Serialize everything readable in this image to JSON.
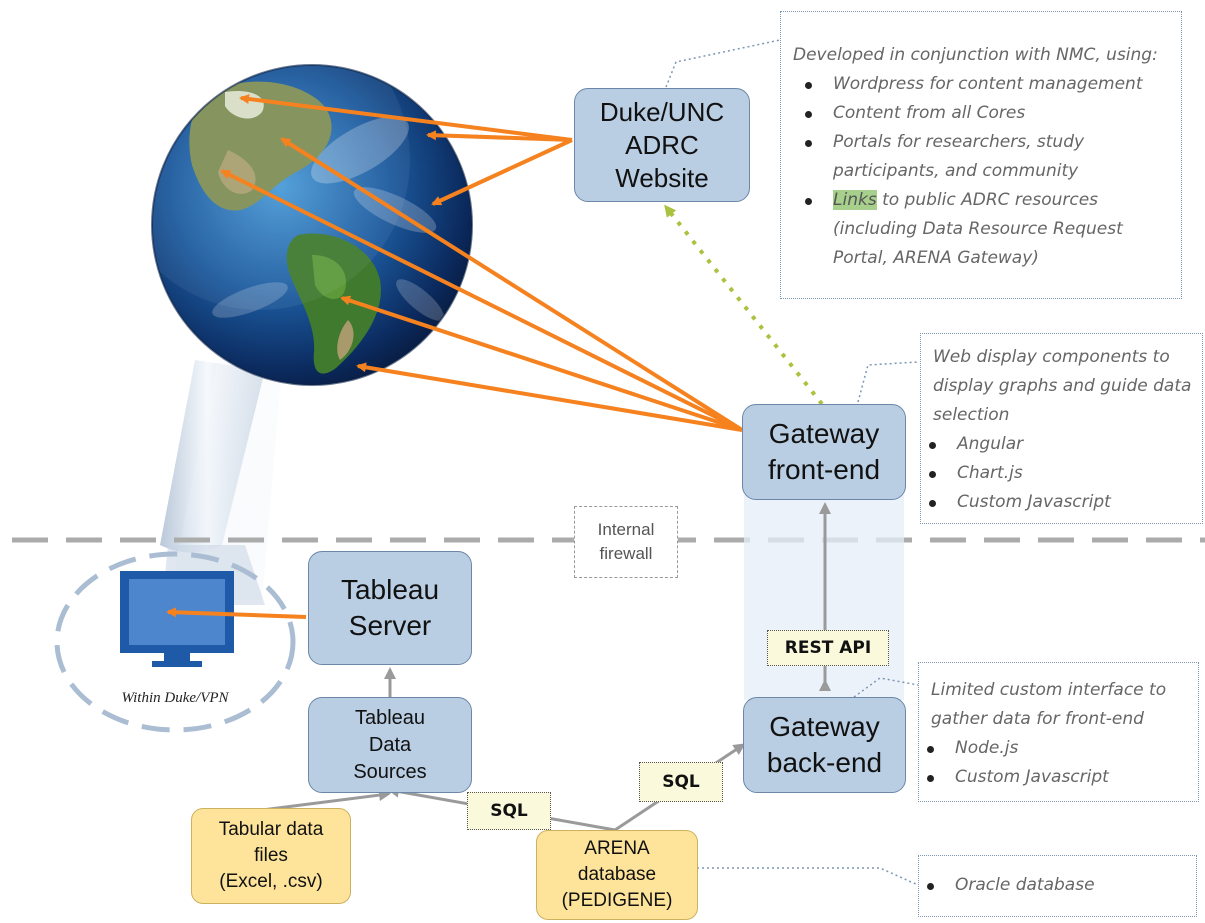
{
  "boxes": {
    "website": [
      "Duke/UNC",
      "ADRC",
      "Website"
    ],
    "gateway_frontend": [
      "Gateway",
      "front-end"
    ],
    "gateway_backend": [
      "Gateway",
      "back-end"
    ],
    "tableau_server": [
      "Tableau",
      "Server"
    ],
    "tableau_sources": [
      "Tableau",
      "Data",
      "Sources"
    ],
    "tabular_files": [
      "Tabular data",
      "files",
      "(Excel, .csv)"
    ],
    "arena_db": [
      "ARENA",
      "database",
      "(PEDIGENE)"
    ]
  },
  "tags": {
    "rest_api": "REST API",
    "sql_1": "SQL",
    "sql_2": "SQL"
  },
  "firewall": [
    "Internal",
    "firewall"
  ],
  "computer_caption": "Within Duke/VPN",
  "notes": {
    "website": {
      "intro": "Developed in conjunction with NMC, using:",
      "items": [
        "Wordpress for content management",
        "Content from all Cores",
        "Portals for researchers, study participants, and community"
      ],
      "links_word": "Links",
      "links_rest": " to public ADRC resources (including Data Resource Request Portal, ARENA Gateway)"
    },
    "frontend": {
      "intro": "Web display components to display graphs and guide data selection",
      "items": [
        "Angular",
        "Chart.js",
        "Custom Javascript"
      ]
    },
    "backend": {
      "intro": "Limited custom interface to gather data for front-end",
      "items": [
        "Node.js",
        "Custom Javascript"
      ]
    },
    "database": {
      "items": [
        "Oracle database"
      ]
    }
  },
  "colors": {
    "box_fill": "#b9cde3",
    "box_border": "#6d87a8",
    "yellow_fill": "#fde49a",
    "orange_arrow": "#f5821f",
    "gray_arrow": "#9a9a9a",
    "green_dotted": "#a9c23f",
    "link_highlight": "#a6d08b"
  }
}
